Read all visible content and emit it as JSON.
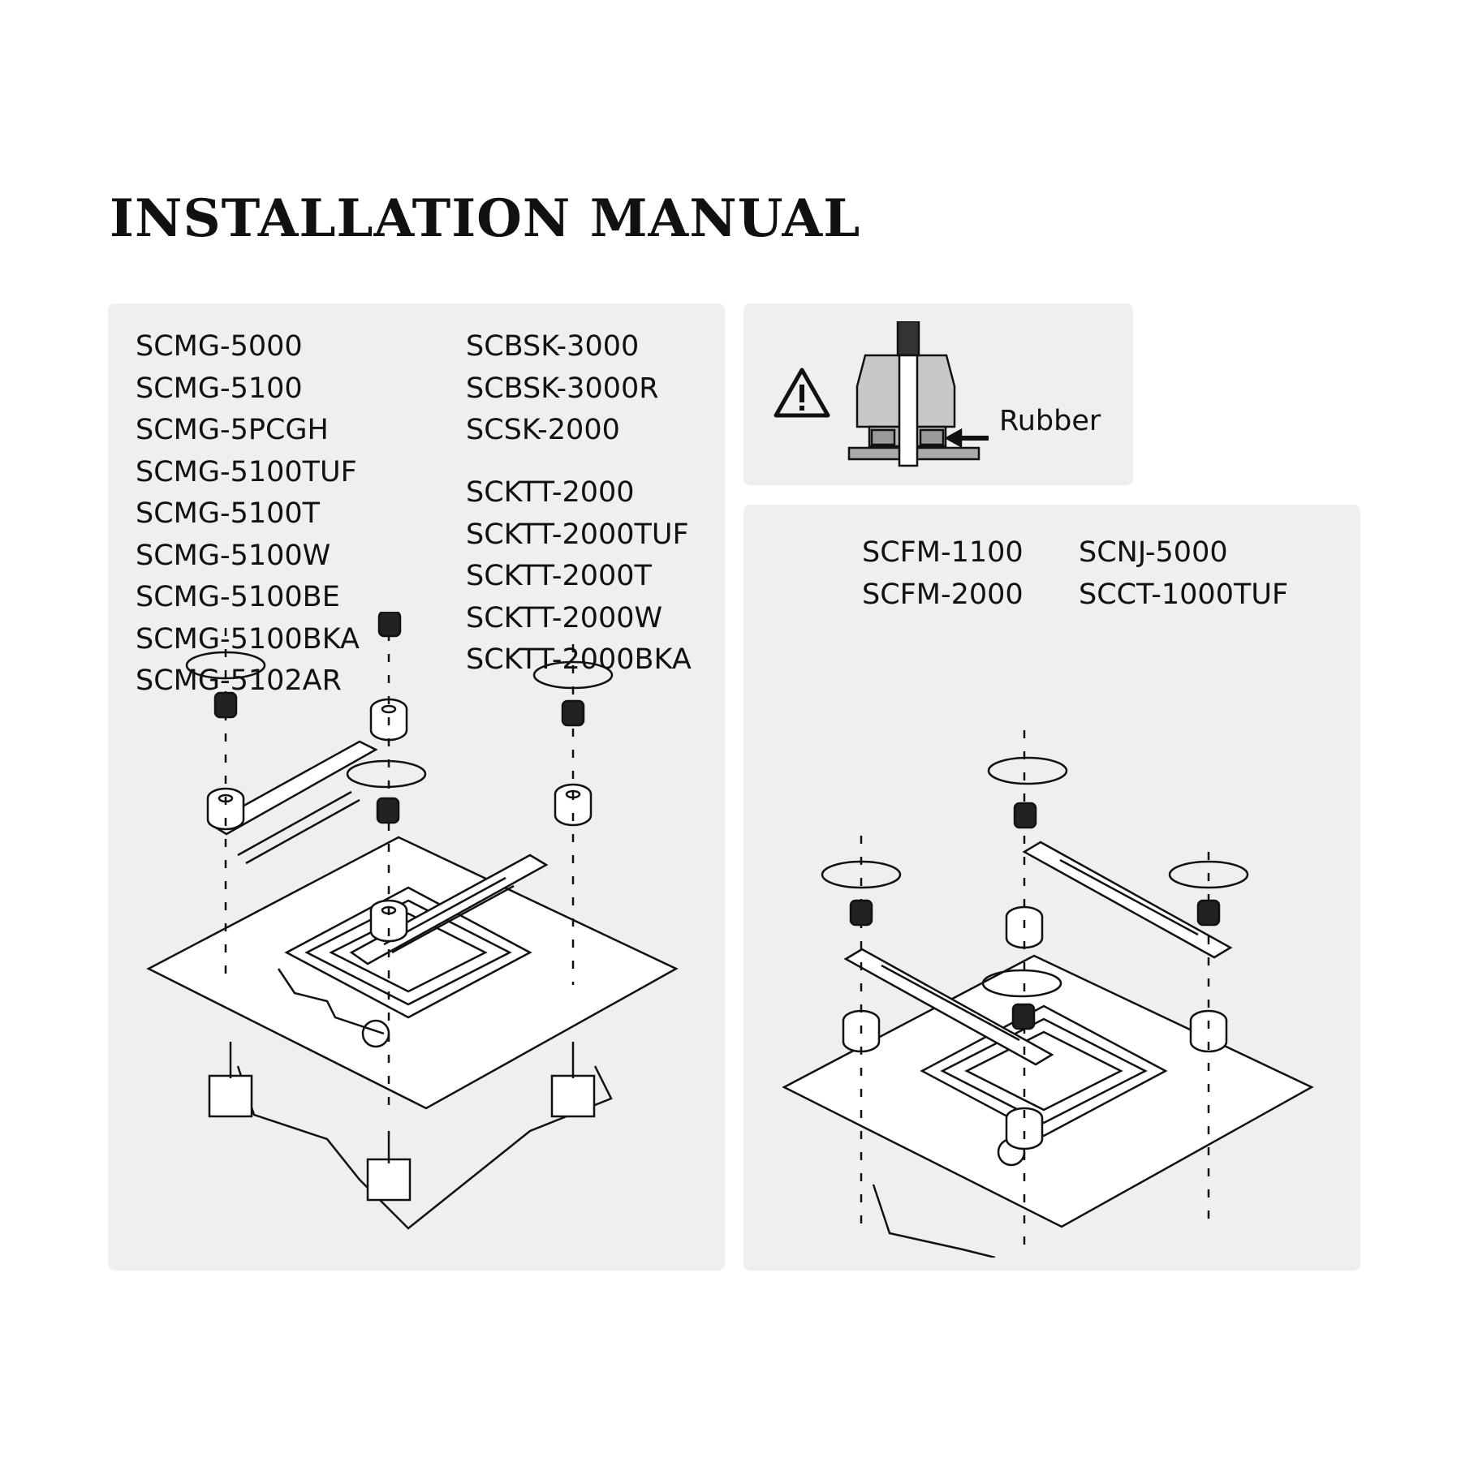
{
  "title": "INSTALLATION MANUAL",
  "main_panel": {
    "models_left": [
      "SCMG-5000",
      "SCMG-5100",
      "SCMG-5PCGH",
      "SCMG-5100TUF",
      "SCMG-5100T",
      "SCMG-5100W",
      "SCMG-5100BE",
      "SCMG-5100BKA",
      "SCMG-5102AR"
    ],
    "models_right_group1": [
      "SCBSK-3000",
      "SCBSK-3000R",
      "SCSK-2000"
    ],
    "models_right_group2": [
      "SCKTT-2000",
      "SCKTT-2000TUF",
      "SCKTT-2000T",
      "SCKTT-2000W",
      "SCKTT-2000BKA"
    ]
  },
  "warning_panel": {
    "icon": "warning-triangle-icon",
    "label": "Rubber"
  },
  "alt_panel": {
    "models_left": [
      "SCFM-1100",
      "SCFM-2000"
    ],
    "models_right": [
      "SCNJ-5000",
      "SCCT-1000TUF"
    ]
  }
}
